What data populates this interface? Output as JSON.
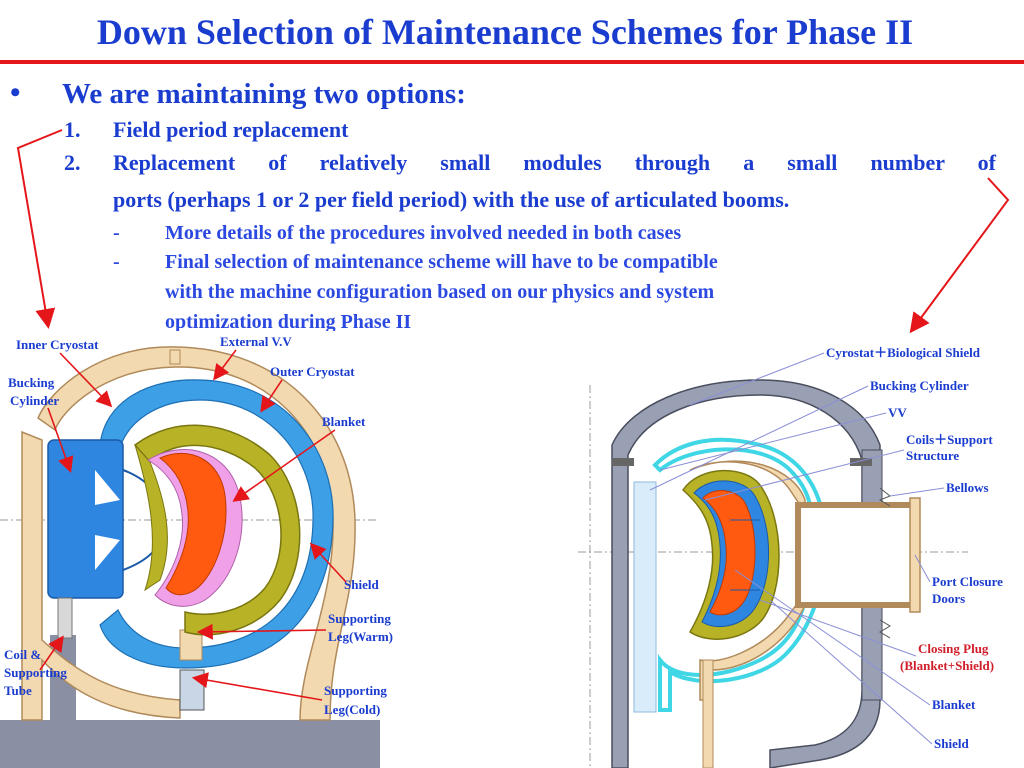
{
  "slide": {
    "title": "Down Selection of Maintenance Schemes for Phase II",
    "bullet": "•",
    "intro": "We are maintaining two options:",
    "items": [
      {
        "num": "1.",
        "text": "Field period replacement"
      },
      {
        "num": "2.",
        "text_line1": "Replacement of relatively small modules through a small number of",
        "text_line2": "ports (perhaps 1 or 2 per field period) with the use of articulated booms."
      }
    ],
    "subitems": [
      {
        "dash": "-",
        "lines": [
          "More details of the procedures involved needed in both cases"
        ]
      },
      {
        "dash": "-",
        "lines": [
          "Final selection of maintenance scheme will have to be compatible",
          "with the machine configuration based on our physics and system",
          "optimization during Phase II"
        ]
      }
    ]
  },
  "left_figure": {
    "labels": {
      "inner_cryostat": "Inner Cryostat",
      "external_vv": "External V.V",
      "outer_cryostat": "Outer Cryostat",
      "bucking_1": "Bucking",
      "bucking_2": "Cylinder",
      "blanket": "Blanket",
      "shield": "Shield",
      "support_warm_1": "Supporting",
      "support_warm_2": "Leg(Warm)",
      "coil_1": "Coil &",
      "coil_2": "Supporting",
      "coil_3": "Tube",
      "support_cold_1": "Supporting",
      "support_cold_2": "Leg(Cold)"
    }
  },
  "right_figure": {
    "labels": {
      "cryostat_shield": "Cyrostat＋Biological Shield",
      "bucking": "Bucking Cylinder",
      "vv": "VV",
      "coils_1": "Coils＋Support",
      "coils_2": "Structure",
      "bellows": "Bellows",
      "port_1": "Port Closure",
      "port_2": "Doors",
      "plug_1": "Closing Plug",
      "plug_2": "(Blanket+Shield)",
      "blanket": "Blanket",
      "shield": "Shield"
    }
  }
}
